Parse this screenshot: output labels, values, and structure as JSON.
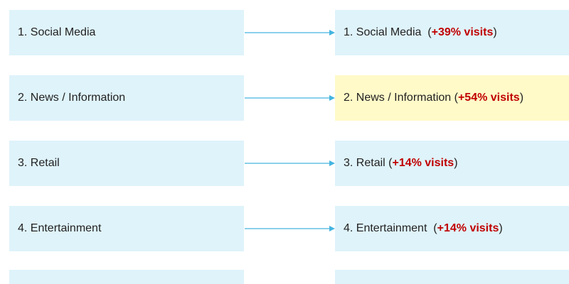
{
  "colors": {
    "box_default": "#dff3fa",
    "box_highlight": "#fffac8",
    "arrow": "#44b4e0",
    "delta_text": "#c00000",
    "label_text": "#222222"
  },
  "rows": [
    {
      "left_label": "1. Social Media",
      "right_prefix": "1. Social Media  (",
      "right_delta": "+39% visits",
      "right_suffix": ")",
      "highlight": false
    },
    {
      "left_label": "2. News / Information",
      "right_prefix": "2. News / Information (",
      "right_delta": "+54% visits",
      "right_suffix": ")",
      "highlight": true
    },
    {
      "left_label": "3. Retail",
      "right_prefix": "3. Retail (",
      "right_delta": "+14% visits",
      "right_suffix": ")",
      "highlight": false
    },
    {
      "left_label": "4. Entertainment",
      "right_prefix": "4. Entertainment  (",
      "right_delta": "+14% visits",
      "right_suffix": ")",
      "highlight": false
    },
    {
      "left_label": "",
      "right_prefix": "",
      "right_delta": "",
      "right_suffix": "",
      "highlight": false
    }
  ]
}
